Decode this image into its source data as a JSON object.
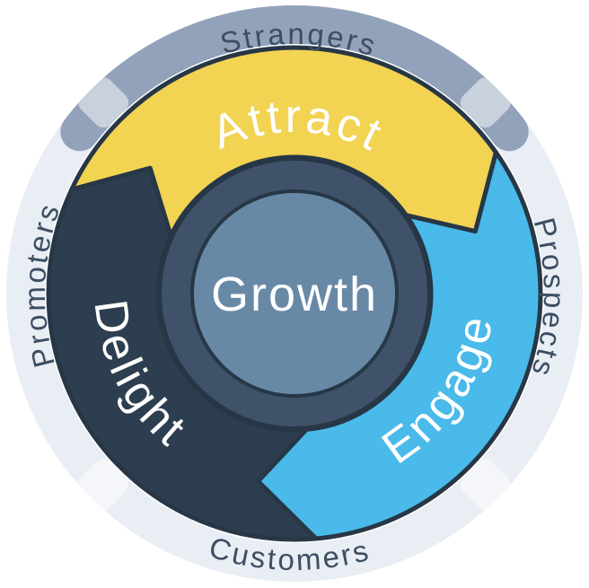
{
  "diagram": {
    "type": "flywheel",
    "center_label": "Growth",
    "segments": [
      {
        "label": "Attract",
        "color": "#F2D352",
        "start_angle": -58,
        "end_angle": 62,
        "label_angle": 1,
        "label_dir": "cw"
      },
      {
        "label": "Engage",
        "color": "#49BAE9",
        "start_angle": 62,
        "end_angle": 182,
        "label_angle": 123,
        "label_dir": "ccw"
      },
      {
        "label": "Delight",
        "color": "#2D3E50",
        "start_angle": 182,
        "end_angle": 302,
        "label_angle": 243,
        "label_dir": "ccw"
      }
    ],
    "outer_labels": [
      {
        "label": "Strangers",
        "angle": 1,
        "dir": "cw"
      },
      {
        "label": "Prospects",
        "angle": 91,
        "dir": "cw"
      },
      {
        "label": "Customers",
        "angle": 181,
        "dir": "ccw"
      },
      {
        "label": "Promoters",
        "angle": 272,
        "dir": "cw"
      }
    ],
    "band": {
      "start_angle": -53,
      "end_angle": 53,
      "color": "#92A2BA"
    },
    "colors": {
      "ring": "#E9EDF4",
      "tab": "rgba(255,255,255,0.5)",
      "outline": "#273746",
      "hub_ring": "#3F5269",
      "center_circle": "#6889A6",
      "outer_text": "#3C4E63",
      "inner_text": "#FFFFFF"
    }
  }
}
